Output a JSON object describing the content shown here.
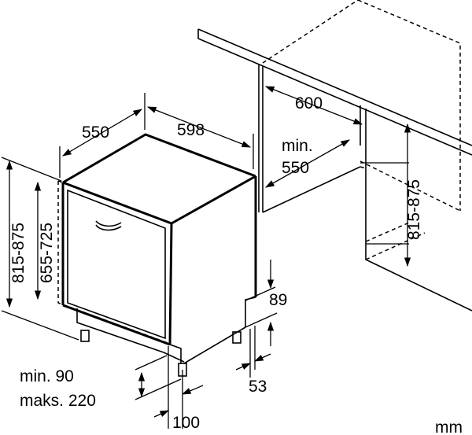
{
  "unit_label": "mm",
  "dimensions": {
    "depth": "550",
    "width": "598",
    "niche_depth": "600",
    "niche_min_label": "min.",
    "niche_min_value": "550",
    "height_range_left": "815-875",
    "door_height_range": "655-725",
    "height_range_right": "815-875",
    "plinth_height": "89",
    "plinth_gap": "53",
    "foot_depth": "100",
    "plinth_min": "min. 90",
    "plinth_max": "maks. 220"
  },
  "colors": {
    "line": "#000000",
    "background": "#ffffff"
  }
}
